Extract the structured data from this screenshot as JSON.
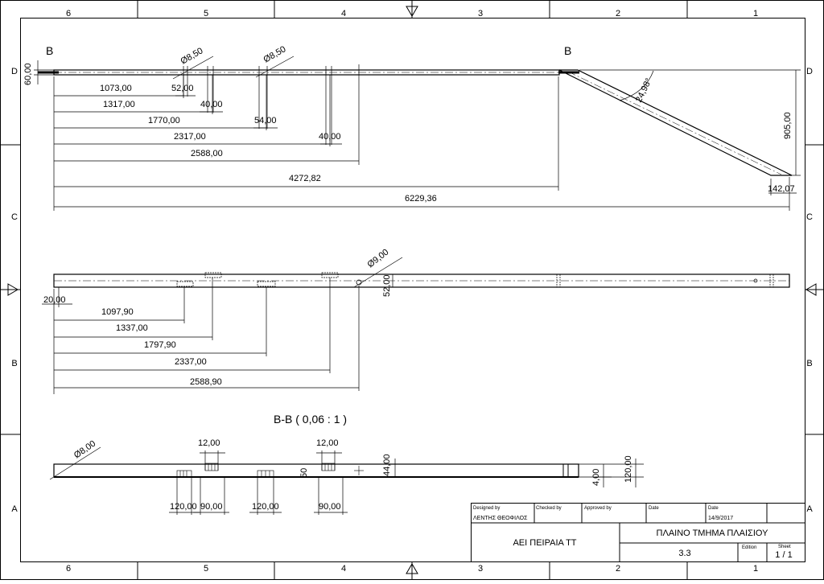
{
  "sheet": {
    "columns": [
      "6",
      "5",
      "4",
      "3",
      "2",
      "1"
    ],
    "rows": [
      "D",
      "C",
      "B",
      "A"
    ]
  },
  "view_top": {
    "section_mark_left": "B",
    "section_mark_right": "B",
    "hole_left": "Ø8,50",
    "hole_right": "Ø8,50",
    "height": "60,00",
    "angle": "24,98°",
    "drop": "905,00",
    "end_width": "142,07",
    "dims": [
      "1073,00",
      "1317,00",
      "1770,00",
      "2317,00",
      "2588,00",
      "4272,82",
      "6229,36"
    ],
    "spacings": [
      "52,00",
      "40,00",
      "54,00",
      "40,00"
    ]
  },
  "view_mid": {
    "hole": "Ø9,00",
    "height": "52,00",
    "offset": "20,00",
    "dims": [
      "1097,90",
      "1337,00",
      "1797,90",
      "2337,00",
      "2588,90"
    ]
  },
  "view_section": {
    "title": "B-B ( 0,06 : 1 )",
    "hole": "Ø8,00",
    "top_dims": [
      "12,00",
      "12,00"
    ],
    "bottom_dims": [
      "120,00",
      "90,00",
      "120,00",
      "90,00"
    ],
    "inner": "50",
    "depth": "44,00",
    "wall": "4,00",
    "total": "120,00"
  },
  "title_block": {
    "designed_by_label": "Designed by",
    "checked_by_label": "Checked by",
    "approved_by_label": "Approved by",
    "date_label_1": "Date",
    "date_label_2": "Date",
    "designer": "ΛΕΝΤΗΣ ΘΕΟΦΙΛΟΣ",
    "date": "14/9/2017",
    "organization": "ΑΕΙ ΠΕΙΡΑΙΑ ΤΤ",
    "title": "ΠΛΑΙΝΟ ΤΜΗΜΑ ΠΛΑΙΣΙΟΥ",
    "drawing_number": "3.3",
    "edition_label": "Edition",
    "sheet_label": "Sheet",
    "sheet_value": "1 / 1"
  }
}
